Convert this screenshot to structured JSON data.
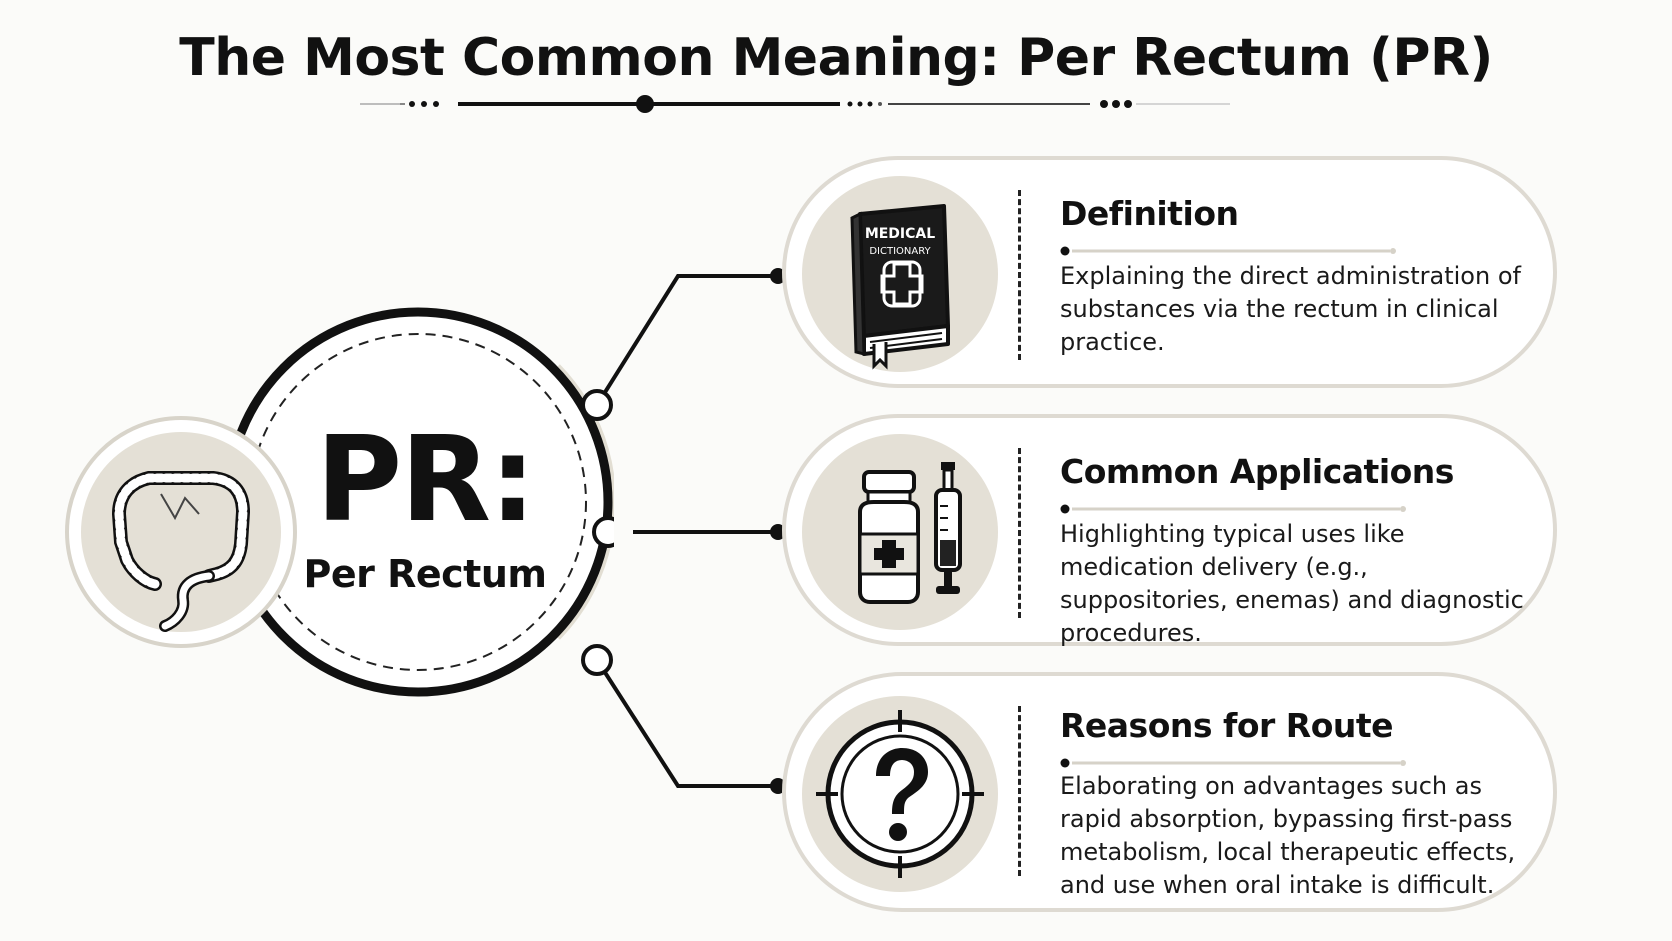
{
  "header": {
    "title": "The Most Common Meaning: Per Rectum (PR)"
  },
  "hub": {
    "abbreviation": "PR:",
    "full_form": "Per Rectum",
    "icon": "colon-icon"
  },
  "branches": [
    {
      "title": "Definition",
      "description": "Explaining the direct administration of substances via the rectum in clinical practice.",
      "icon": "medical-dictionary-icon",
      "icon_text": [
        "MEDICAL",
        "DICTIONARY"
      ]
    },
    {
      "title": "Common Applications",
      "description": "Highlighting typical uses like medication delivery (e.g., suppositories, enemas) and diagnostic procedures.",
      "icon": "vial-and-syringe-icon"
    },
    {
      "title": "Reasons for Route",
      "description": "Elaborating on advantages such as rapid absorption, bypassing first-pass metabolism, local therapeutic effects, and use when oral intake is difficult.",
      "icon": "question-target-icon"
    }
  ],
  "colors": {
    "ink": "#111111",
    "card_border": "#dedad2",
    "icon_disc": "#e4e0d6",
    "background": "#fbfbf9"
  }
}
